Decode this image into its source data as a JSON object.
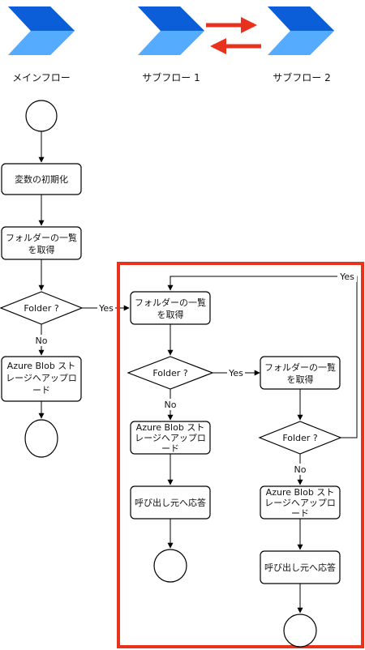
{
  "headers": {
    "main": "メインフロー",
    "sub1": "サブフロー 1",
    "sub2": "サブフロー 2"
  },
  "colors": {
    "highlight": "#e8321e",
    "icon_dark": "#0b5ed7",
    "icon_mid": "#1e7ff0",
    "icon_light": "#5fb3ff"
  },
  "main_flow": {
    "init": "変数の初期化",
    "get_folders_1": "フォルダーの一覧",
    "get_folders_2": "を取得",
    "decision": "Folder ?",
    "yes": "Yes",
    "no": "No",
    "upload_1": "Azure Blob スト",
    "upload_2": "レージへアップロ",
    "upload_3": "ード"
  },
  "sub_flow_1": {
    "get_folders_1": "フォルダーの一覧",
    "get_folders_2": "を取得",
    "decision": "Folder ?",
    "yes": "Yes",
    "no": "No",
    "upload_1": "Azure Blob スト",
    "upload_2": "レージへアップロ",
    "upload_3": "ード",
    "respond": "呼び出し元へ応答"
  },
  "sub_flow_2": {
    "get_folders_1": "フォルダーの一覧",
    "get_folders_2": "を取得",
    "decision": "Folder ?",
    "yes": "Yes",
    "no": "No",
    "upload_1": "Azure Blob スト",
    "upload_2": "レージへアップロ",
    "upload_3": "ード",
    "respond": "呼び出し元へ応答"
  }
}
